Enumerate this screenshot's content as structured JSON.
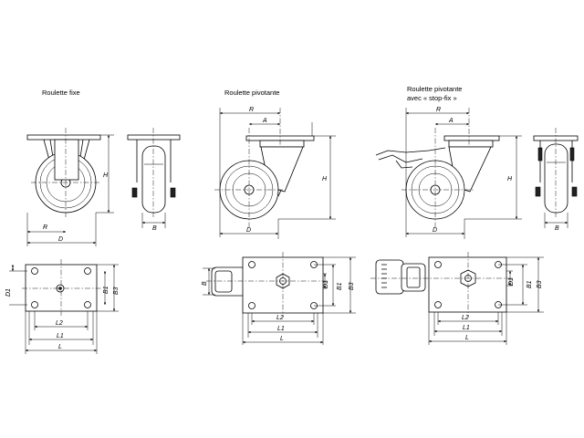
{
  "titles": {
    "fixed": "Roulette fixe",
    "swivel": "Roulette pivotante",
    "brake_line1": "Roulette pivotante",
    "brake_line2": "avec « stop-fix »"
  },
  "dims": {
    "H": "H",
    "B": "B",
    "D": "D",
    "R": "R",
    "A": "A",
    "L": "L",
    "L1": "L1",
    "L2": "L2",
    "B1": "B1",
    "B3": "B3",
    "D1": "D1"
  }
}
